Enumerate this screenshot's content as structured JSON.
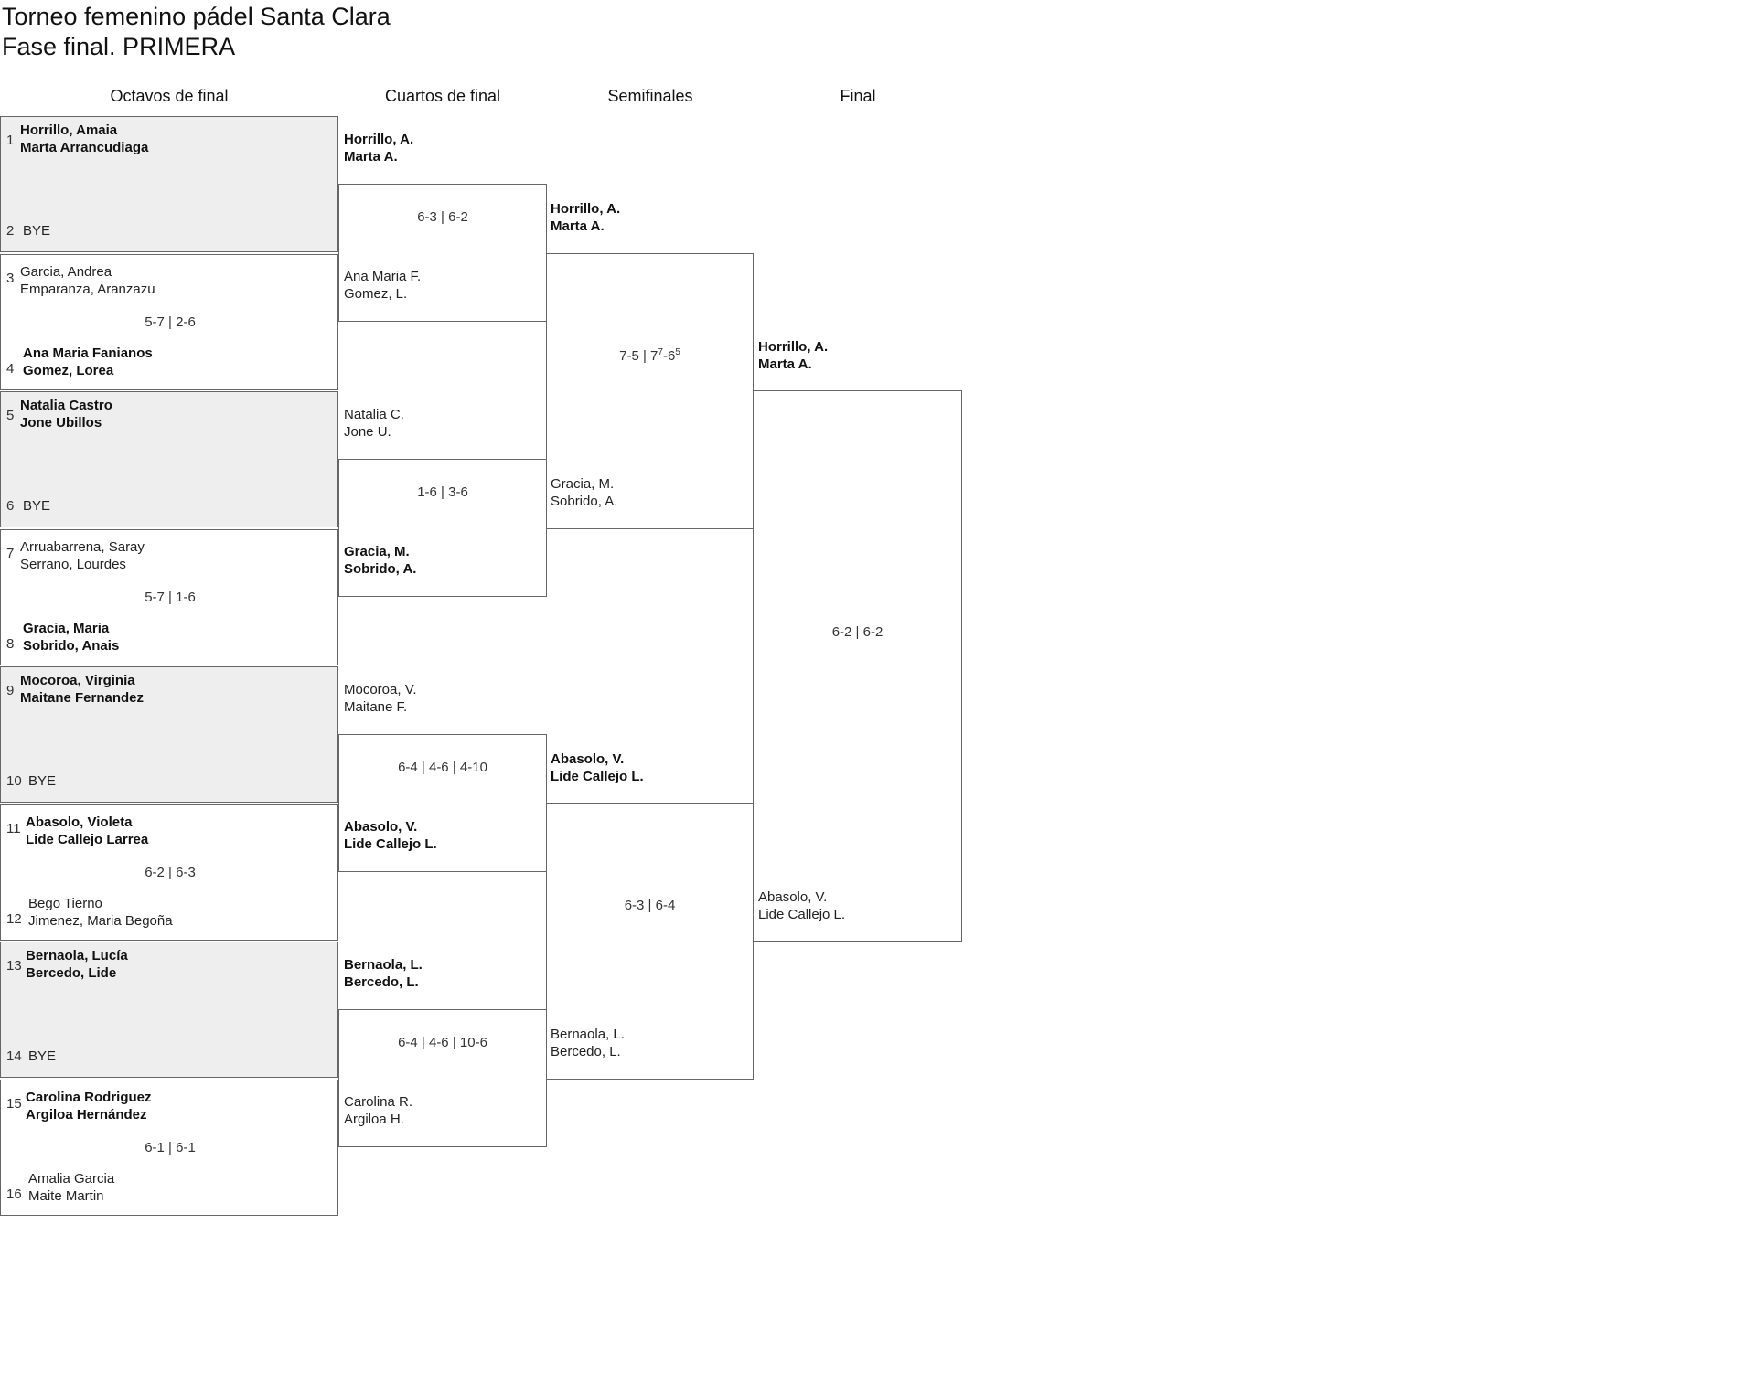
{
  "page": {
    "title": "Torneo femenino pádel Santa Clara",
    "subtitle": "Fase final. PRIMERA"
  },
  "rounds": [
    "Octavos de final",
    "Cuartos de final",
    "Semifinales",
    "Final"
  ],
  "octavos": [
    {
      "seed_top": "1",
      "top": [
        "Horrillo, Amaia",
        "Marta Arrancudiaga"
      ],
      "top_winner": true,
      "seed_bot": "2",
      "bot": [
        "BYE",
        ""
      ],
      "bot_winner": false,
      "score": "",
      "bye": true
    },
    {
      "seed_top": "3",
      "top": [
        "Garcia, Andrea",
        "Emparanza, Aranzazu"
      ],
      "top_winner": false,
      "seed_bot": "4",
      "bot": [
        "Ana Maria Fanianos",
        "Gomez, Lorea"
      ],
      "bot_winner": true,
      "score": "5-7 | 2-6",
      "bye": false
    },
    {
      "seed_top": "5",
      "top": [
        "Natalia Castro",
        "Jone Ubillos"
      ],
      "top_winner": true,
      "seed_bot": "6",
      "bot": [
        "BYE",
        ""
      ],
      "bot_winner": false,
      "score": "",
      "bye": true
    },
    {
      "seed_top": "7",
      "top": [
        "Arruabarrena, Saray",
        "Serrano, Lourdes"
      ],
      "top_winner": false,
      "seed_bot": "8",
      "bot": [
        "Gracia, Maria",
        "Sobrido, Anais"
      ],
      "bot_winner": true,
      "score": "5-7 | 1-6",
      "bye": false
    },
    {
      "seed_top": "9",
      "top": [
        "Mocoroa, Virginia",
        "Maitane Fernandez"
      ],
      "top_winner": true,
      "seed_bot": "10",
      "bot": [
        "BYE",
        ""
      ],
      "bot_winner": false,
      "score": "",
      "bye": true
    },
    {
      "seed_top": "11",
      "top": [
        "Abasolo, Violeta",
        "Lide Callejo Larrea"
      ],
      "top_winner": true,
      "seed_bot": "12",
      "bot": [
        "Bego Tierno",
        "Jimenez, Maria Begoña"
      ],
      "bot_winner": false,
      "score": "6-2 | 6-3",
      "bye": false
    },
    {
      "seed_top": "13",
      "top": [
        "Bernaola, Lucía",
        "Bercedo, Lide"
      ],
      "top_winner": true,
      "seed_bot": "14",
      "bot": [
        "BYE",
        ""
      ],
      "bot_winner": false,
      "score": "",
      "bye": true
    },
    {
      "seed_top": "15",
      "top": [
        "Carolina Rodriguez",
        "Argiloa Hernández"
      ],
      "top_winner": true,
      "seed_bot": "16",
      "bot": [
        "Amalia Garcia",
        "Maite Martin"
      ],
      "bot_winner": false,
      "score": "6-1 | 6-1",
      "bye": false
    }
  ],
  "cuartos": [
    {
      "top": [
        "Horrillo, A.",
        "Marta A."
      ],
      "top_winner": true,
      "bot": [
        "Ana Maria F.",
        "Gomez, L."
      ],
      "bot_winner": false,
      "score": "6-3 | 6-2"
    },
    {
      "top": [
        "Natalia C.",
        "Jone U."
      ],
      "top_winner": false,
      "bot": [
        "Gracia, M.",
        "Sobrido, A."
      ],
      "bot_winner": true,
      "score": "1-6 | 3-6"
    },
    {
      "top": [
        "Mocoroa, V.",
        "Maitane F."
      ],
      "top_winner": false,
      "bot": [
        "Abasolo, V.",
        "Lide Callejo L."
      ],
      "bot_winner": true,
      "score": "6-4 | 4-6 | 4-10"
    },
    {
      "top": [
        "Bernaola, L.",
        "Bercedo, L."
      ],
      "top_winner": true,
      "bot": [
        "Carolina R.",
        "Argiloa H."
      ],
      "bot_winner": false,
      "score": "6-4 | 4-6 | 10-6"
    }
  ],
  "semis": [
    {
      "top": [
        "Horrillo, A.",
        "Marta A."
      ],
      "top_winner": true,
      "bot": [
        "Gracia, M.",
        "Sobrido, A."
      ],
      "bot_winner": false,
      "score_parts": [
        "7-5 | 7",
        "7",
        "-6",
        "5"
      ]
    },
    {
      "top": [
        "Abasolo, V.",
        "Lide Callejo L."
      ],
      "top_winner": true,
      "bot": [
        "Bernaola, L.",
        "Bercedo, L."
      ],
      "bot_winner": false,
      "score_parts": [
        "6-3 | 6-4",
        "",
        "",
        ""
      ]
    }
  ],
  "final": {
    "top": [
      "Horrillo, A.",
      "Marta A."
    ],
    "top_winner": true,
    "bot": [
      "Abasolo, V.",
      "Lide Callejo L."
    ],
    "bot_winner": false,
    "score": "6-2 | 6-2"
  }
}
